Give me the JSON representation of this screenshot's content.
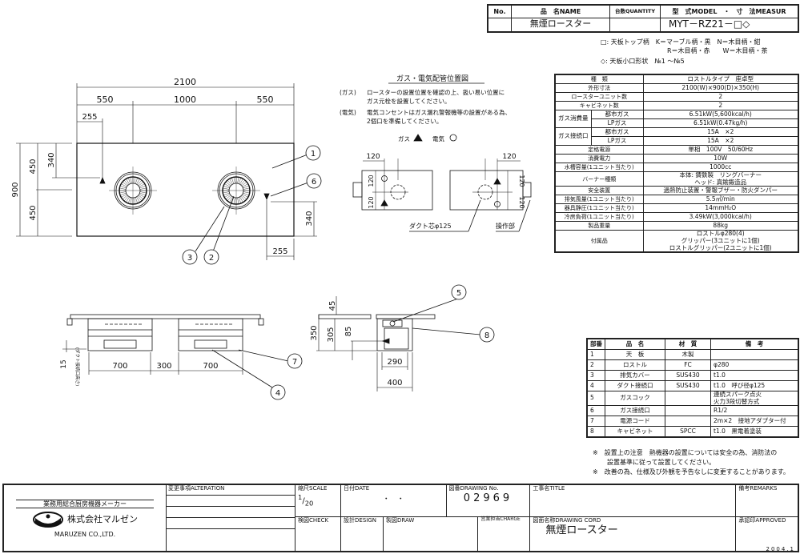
{
  "header": {
    "no_label": "No.",
    "name_label": "品　名NAME",
    "qty_label": "台数QUANTITY",
    "model_label": "型　式MODEL　・　寸　法MEASUR",
    "product_name": "無煙ロースター",
    "model": "MYT－RZ21－□◇"
  },
  "options": {
    "line1": "□: 天板トップ柄　K＝マーブル柄・黒　N＝木目柄・紺",
    "line2": "R＝木目柄・赤　　W＝木目柄・茶",
    "line3": "◇: 天板小口形状　№1 ～№5"
  },
  "spec": [
    {
      "label": "種　類",
      "value": "ロストルタイプ　座卓型"
    },
    {
      "label": "外形寸法",
      "value": "2100(W)×900(D)×350(H)"
    },
    {
      "label": "ロースターユニット数",
      "value": "2"
    },
    {
      "label": "キャビネット数",
      "value": "2"
    },
    {
      "group": "ガス消費量",
      "sub": "都市ガス",
      "value": "6.51kW(5,600kcal/h)"
    },
    {
      "sub": "LPガス",
      "value": "6.51kW(0.47kg/h)"
    },
    {
      "group": "ガス接続口",
      "sub": "都市ガス",
      "value": "15A　×2"
    },
    {
      "sub": "LPガス",
      "value": "15A　×2"
    },
    {
      "label": "定格電源",
      "value": "単相　100V　50/60Hz"
    },
    {
      "label": "消費電力",
      "value": "10W"
    },
    {
      "label": "水槽容量(1ユニット当たり)",
      "value": "1000cc"
    },
    {
      "label": "バーナー種類",
      "value": "本体: 鋳鉄製　リングバーナー",
      "value2": "ヘッド: 真鍮鍛造品"
    },
    {
      "label": "安全装置",
      "value": "過熱防止装置・警報ブザー・防火ダンパー"
    },
    {
      "label": "排気風量(1ユニット当たり)",
      "value": "5.5㎥/min"
    },
    {
      "label": "器具静圧(1ユニット当たり)",
      "value": "14mmH₂O"
    },
    {
      "label": "冷房負荷(1ユニット当たり)",
      "value": "3.49kW(3,000kcal/h)"
    },
    {
      "label": "製品重量",
      "value": "88kg"
    },
    {
      "label": "付属品",
      "value": "ロストルφ280(4)",
      "value2": "グリッパー(3ユニットに1個)",
      "value3": "ロストルグリッパー(2ユニットに1個)"
    }
  ],
  "parts": {
    "headers": [
      "部番",
      "品　名",
      "材　質",
      "備　考"
    ],
    "rows": [
      [
        "1",
        "天　板",
        "木製",
        ""
      ],
      [
        "2",
        "ロストル",
        "FC",
        "φ280"
      ],
      [
        "3",
        "排気カバー",
        "SUS430",
        "t1.0"
      ],
      [
        "4",
        "ダクト接続口",
        "SUS430",
        "t1.0　呼び径φ125"
      ],
      [
        "5",
        "ガスコック",
        "",
        "連続スパーク点火\n火力3段切替方式"
      ],
      [
        "6",
        "ガス接続口",
        "",
        "R1/2"
      ],
      [
        "7",
        "電源コード",
        "",
        "2m×2　接地アダプター付"
      ],
      [
        "8",
        "キャビネット",
        "SPCC",
        "t1.0　黒電着塗装"
      ]
    ]
  },
  "notes": {
    "mark": "※",
    "n1": "設置上の注意　熱機器の設置については安全の為、消防法の",
    "n1b": "設置基準に従って設置してください。",
    "n2": "改善の為、仕様及び外観を予告なしに変更することがあります。"
  },
  "piping": {
    "title": "ガス・電気配管位置図",
    "gas_tag": "(ガス)",
    "gas_text": "ロースターの設置位置を確認の上、扱い易い位置に",
    "gas_text2": "ガス元栓を設置してください。",
    "elec_tag": "(電気)",
    "elec_text": "電気コンセントはガス漏れ警報機等の設置がある為、",
    "elec_text2": "2個口を準備してください。",
    "legend_gas": "ガス",
    "legend_elec": "電気",
    "duct_label": "ダクト芯φ125",
    "control_label": "操作部",
    "dim120": "120"
  },
  "dims": {
    "d2100": "2100",
    "d550": "550",
    "d1000": "1000",
    "d255": "255",
    "d900": "900",
    "d450": "450",
    "d340": "340",
    "d700": "700",
    "d300": "300",
    "d15": "15",
    "duct_height": "(ダクト接続口高さ)",
    "d350": "350",
    "d305": "305",
    "d45": "45",
    "d85": "85",
    "d290": "290",
    "d400": "400"
  },
  "callouts": [
    "1",
    "2",
    "3",
    "4",
    "5",
    "6",
    "7",
    "8"
  ],
  "titleblock": {
    "maker_tagline": "業務用総合厨房機器メーカー",
    "company_jp": "株式会社マルゼン",
    "company_en": "MARUZEN CO.,LTD.",
    "alteration": "変更事項ALTERATION",
    "scale_label": "縮尺SCALE",
    "scale_num": "1",
    "scale_den": "20",
    "date_label": "日付DATE",
    "date_value": "・　・",
    "drawing_no_label": "図番DRAWING No.",
    "drawing_no": "02969",
    "title_label": "工事名TITLE",
    "remarks_label": "備考REMARKS",
    "check_label": "検図CHECK",
    "design_label": "設計DESIGN",
    "draw_label": "製図DRAW",
    "charge_label": "営業担当CHARGE",
    "drawing_cord_label": "図面名称DRAWING CORD",
    "drawing_name": "無煙ロースター",
    "approved_label": "承認印APPROVED",
    "revision_date": "2004.1"
  }
}
